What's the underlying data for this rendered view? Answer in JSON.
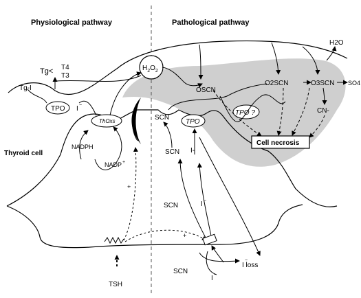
{
  "headers": {
    "left": "Physiological pathway",
    "right": "Pathological pathway"
  },
  "labels": {
    "thyroid_cell": "Thyroid cell",
    "tg_hormone": "Tg<",
    "t4": "T4",
    "t3": "T3",
    "tg_iodinated": "Tg-I",
    "tpo_left": "TPO",
    "iodide_minus": "I",
    "thoxs": "ThOxs",
    "nadph": "NADPH",
    "nadp": "NADP",
    "plus_sign": "+",
    "h2o2_h": "H",
    "h2o2_2a": "2",
    "h2o2_o": "O",
    "h2o2_2b": "2",
    "scn_top": "SCN",
    "oscn": "OSCN",
    "tpo_mid": "TPO",
    "tpo_q": "TPO ?",
    "o2scn": "O2SCN",
    "o3scn": "O3SCN",
    "h2o": "H2O",
    "so4": "SO4",
    "cn": "CN-",
    "cell_necrosis": "Cell necrosis",
    "scn_in": "SCN",
    "i_in": "I-",
    "scn_channel": "SCN",
    "i_channel": "I",
    "scn_outside": "SCN",
    "i_outside": "I",
    "i_loss": "I loss",
    "plus_channel": "+",
    "tsh": "TSH"
  }
}
